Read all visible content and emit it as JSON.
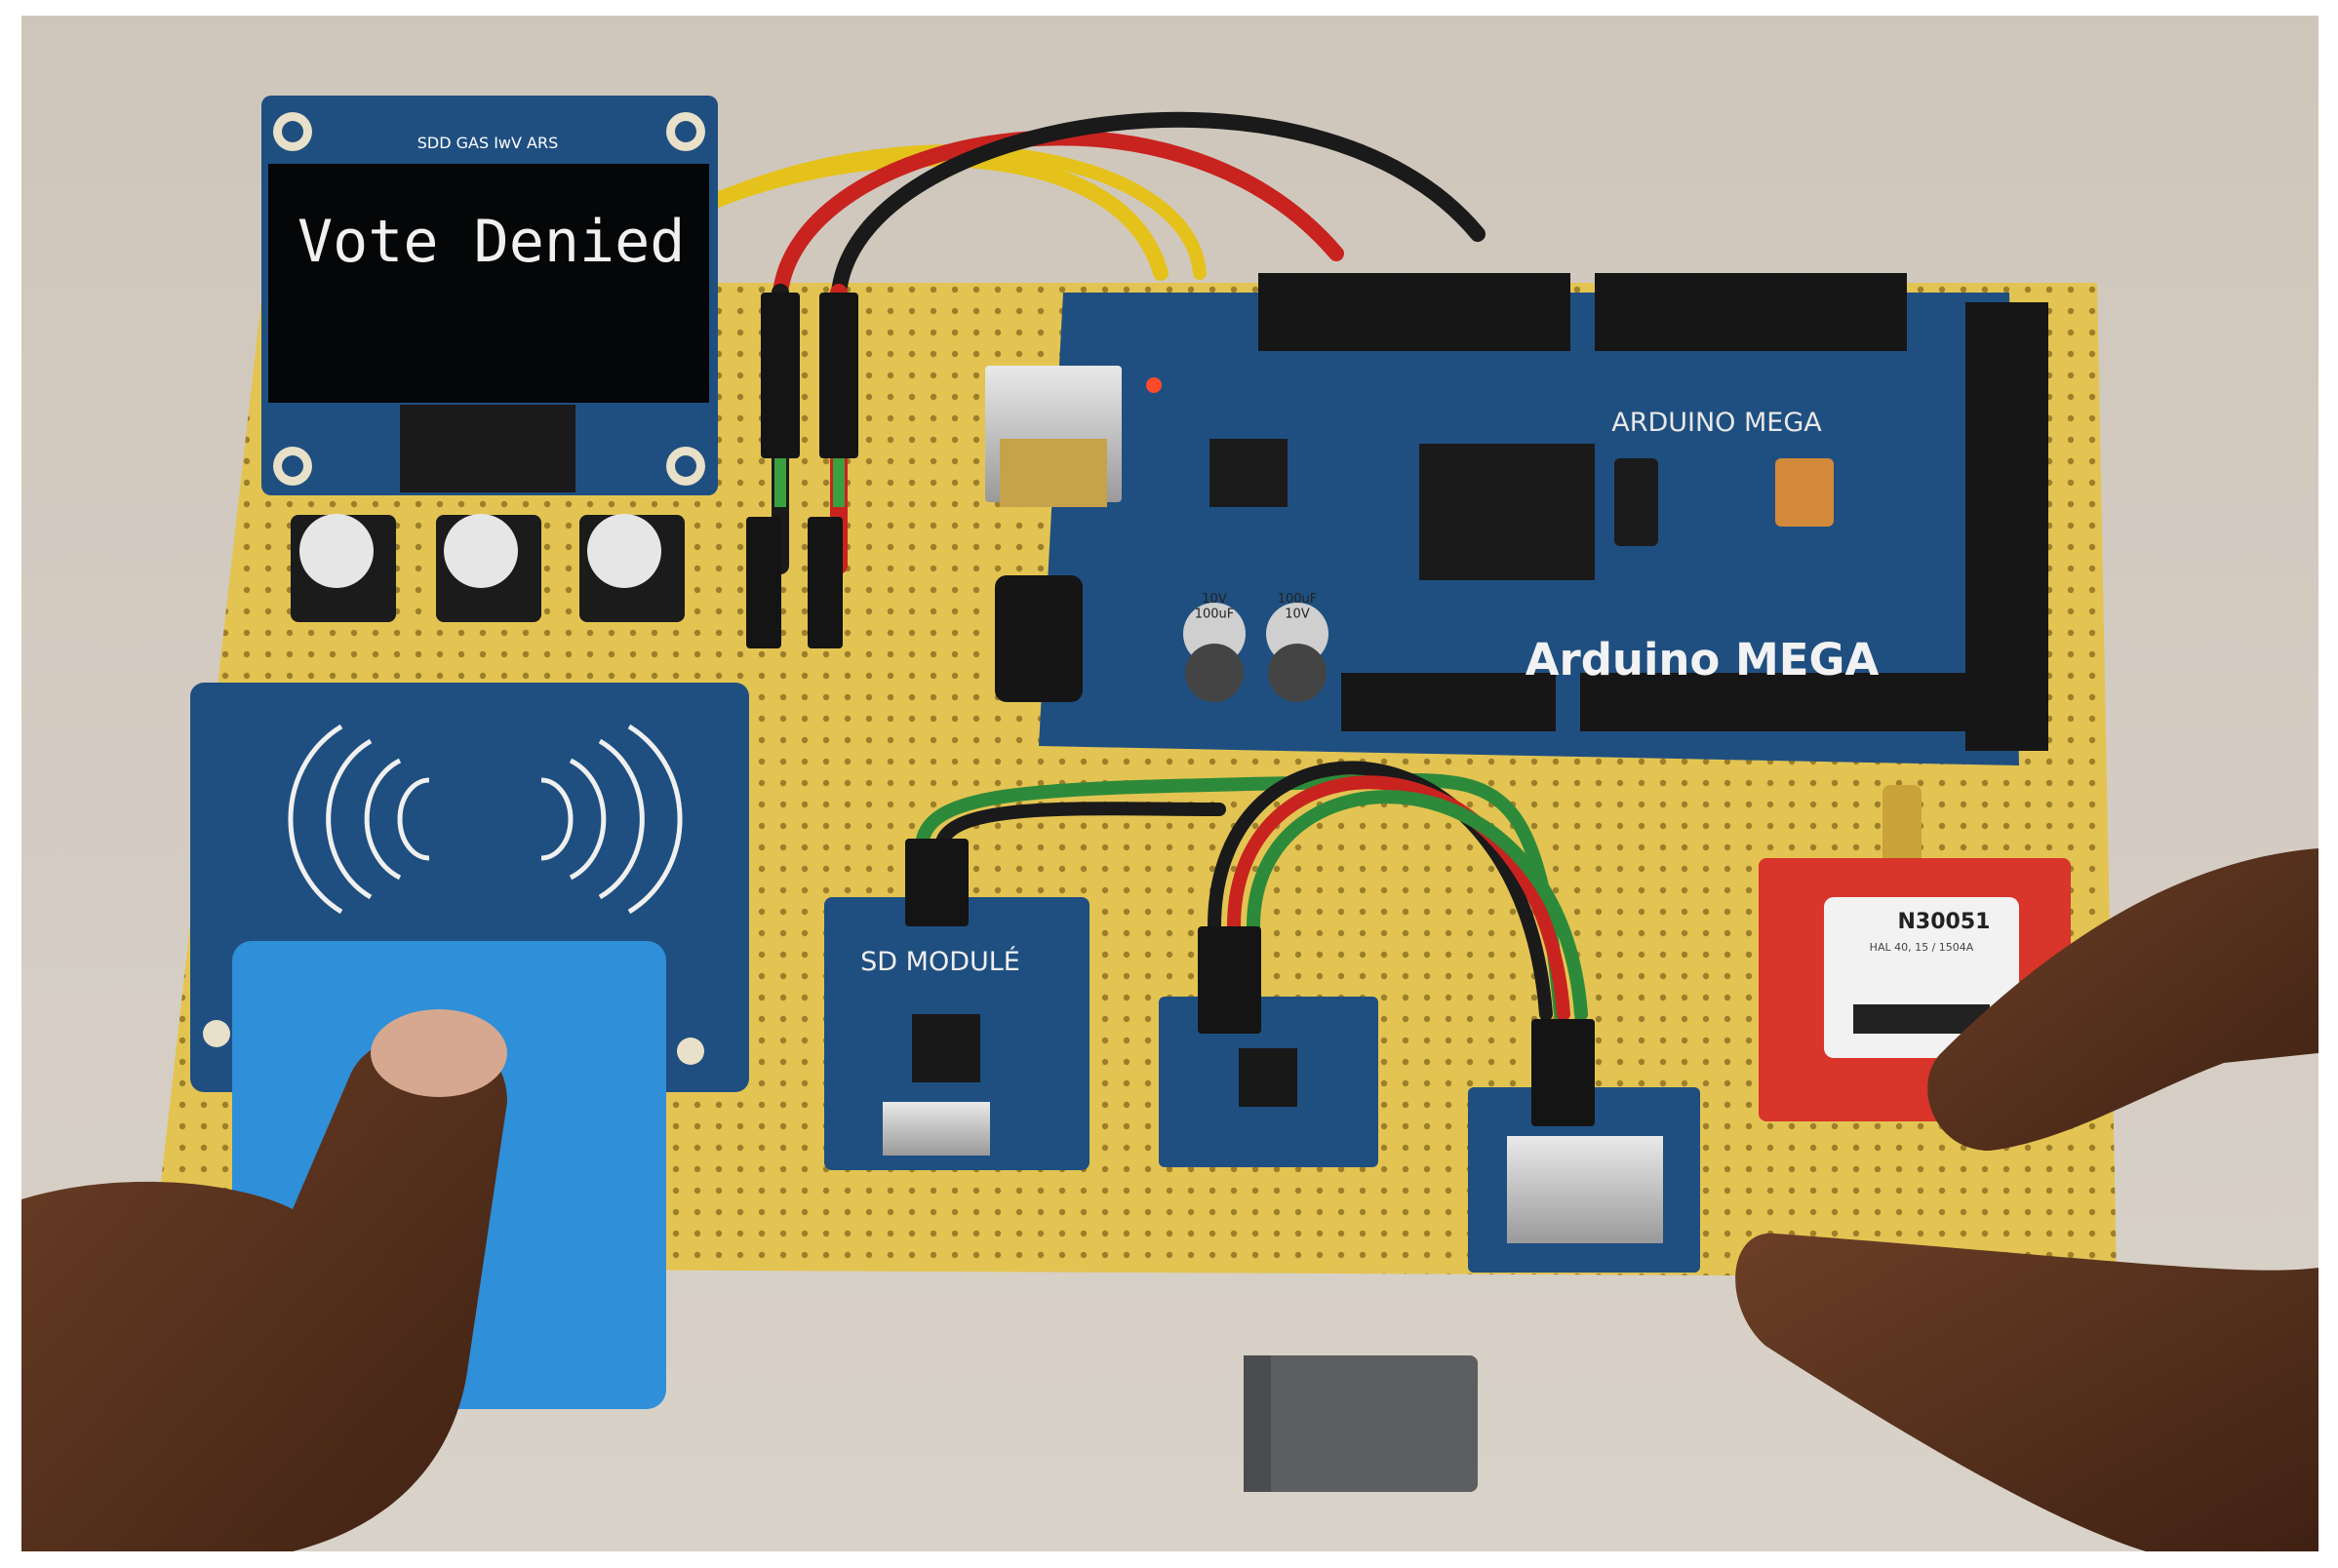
{
  "oled": {
    "pin_labels": "SDD  GAS  IwV  ARS",
    "message": "Vote Denied"
  },
  "arduino": {
    "header_label": "ARDUINO MEGA",
    "board_label": "Arduino MEGA",
    "cap1": "10V\n100uF",
    "cap2": "100uF\n10V"
  },
  "sd_module": {
    "label": "SD MODULÉ"
  },
  "gsm": {
    "model": "N30051",
    "small_text": "HAL 40, 15 / 1504A"
  },
  "colors": {
    "pcb_blue": "#1f4f80",
    "protoboard": "#e3c452",
    "gsm_red": "#d9352a",
    "rfid_card": "#2f8fd8"
  }
}
